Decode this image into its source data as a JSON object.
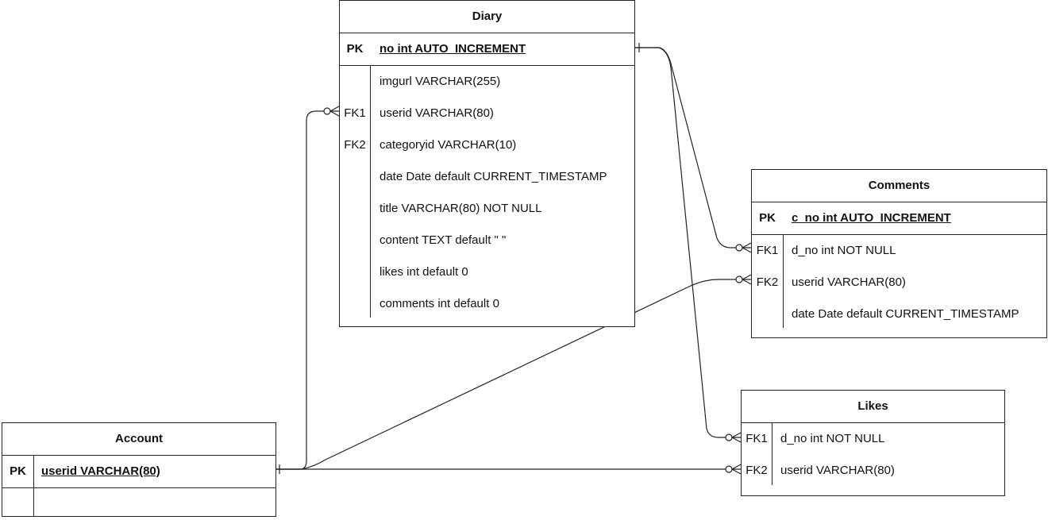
{
  "entities": {
    "diary": {
      "title": "Diary",
      "pk_key": "PK",
      "pk_field": "no int AUTO_INCREMENT",
      "rows": [
        {
          "key": "",
          "field": "imgurl VARCHAR(255)"
        },
        {
          "key": "FK1",
          "field": "userid VARCHAR(80)"
        },
        {
          "key": "FK2",
          "field": "categoryid VARCHAR(10)"
        },
        {
          "key": "",
          "field": "date Date default CURRENT_TIMESTAMP"
        },
        {
          "key": "",
          "field": "title VARCHAR(80) NOT NULL"
        },
        {
          "key": "",
          "field": "content TEXT default \" \""
        },
        {
          "key": "",
          "field": "likes int default 0"
        },
        {
          "key": "",
          "field": "comments int default 0"
        }
      ]
    },
    "comments": {
      "title": "Comments",
      "pk_key": "PK",
      "pk_field": "c_no int AUTO_INCREMENT",
      "rows": [
        {
          "key": "FK1",
          "field": "d_no int NOT NULL"
        },
        {
          "key": "FK2",
          "field": "userid VARCHAR(80)"
        },
        {
          "key": "",
          "field": "date Date default CURRENT_TIMESTAMP"
        }
      ]
    },
    "likes": {
      "title": "Likes",
      "rows": [
        {
          "key": "FK1",
          "field": "d_no int NOT NULL"
        },
        {
          "key": "FK2",
          "field": "userid VARCHAR(80)"
        }
      ]
    },
    "account": {
      "title": "Account",
      "pk_key": "PK",
      "pk_field": "userid VARCHAR(80)",
      "rows": [
        {
          "key": "",
          "field": ""
        }
      ]
    }
  }
}
